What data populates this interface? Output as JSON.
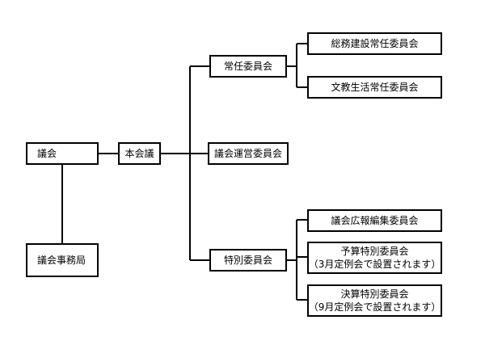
{
  "nodes": {
    "gikai": "議会",
    "jimukyoku": "議会事務局",
    "honkaigi": "本会議",
    "jonin": "常任委員会",
    "unei": "議会運営委員会",
    "tokubetsu": "特別委員会",
    "somu": "総務建設常任委員会",
    "bunkyo": "文教生活常任委員会",
    "koho": "議会広報編集委員会",
    "yosan": "予算特別委員会",
    "yosan_note": "（3月定例会で設置されます）",
    "kessan": "決算特別委員会",
    "kessan_note": "（9月定例会で設置されます）"
  },
  "colors": {
    "line": "#000000",
    "box_border": "#000000",
    "background": "#ffffff"
  }
}
